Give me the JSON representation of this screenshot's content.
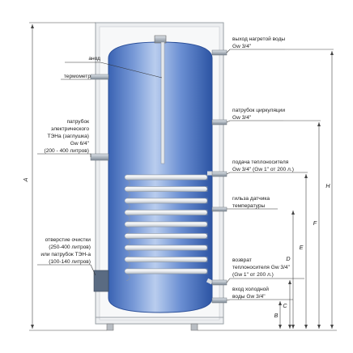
{
  "labels": {
    "anode": "анод",
    "thermometer": "термометр",
    "tene_port": [
      "патрубок",
      "электрического",
      "ТЭНа (заглушка)",
      "Gw 6/4\"",
      "(200 - 400 литров)"
    ],
    "cleaning": [
      "отверстие очистки",
      "(250-400 литров)",
      "или патрубок ТЭН-а",
      "(100-140 литров)"
    ],
    "hot_out": [
      "выход нагретой воды",
      "Gw 3/4\""
    ],
    "circulation": [
      "патрубок циркуляции",
      "Gw 3/4\""
    ],
    "heat_supply": [
      "подача теплоносителя",
      "Gw 3/4\" (Gw 1\" от 200 л.)"
    ],
    "sensor_sleeve": [
      "гильза датчика",
      "температуры"
    ],
    "heat_return": [
      "возврат",
      "теплоносителя Gw 3/4\"",
      "(Gw 1\" от 200 л.)"
    ],
    "cold_in": [
      "вход холодной",
      "воды Gw 3/4\""
    ]
  },
  "dimensions": {
    "A": "A",
    "B": "B",
    "C": "C",
    "D": "D",
    "E": "E",
    "F": "F",
    "H": "H"
  },
  "colors": {
    "tank_light": "#a9c1e6",
    "tank_mid": "#5f86cf",
    "tank_dark": "#2f56a6",
    "frame": "#e6e8ea",
    "coil": "#f2f4f6",
    "port": "#9aa3ad"
  }
}
